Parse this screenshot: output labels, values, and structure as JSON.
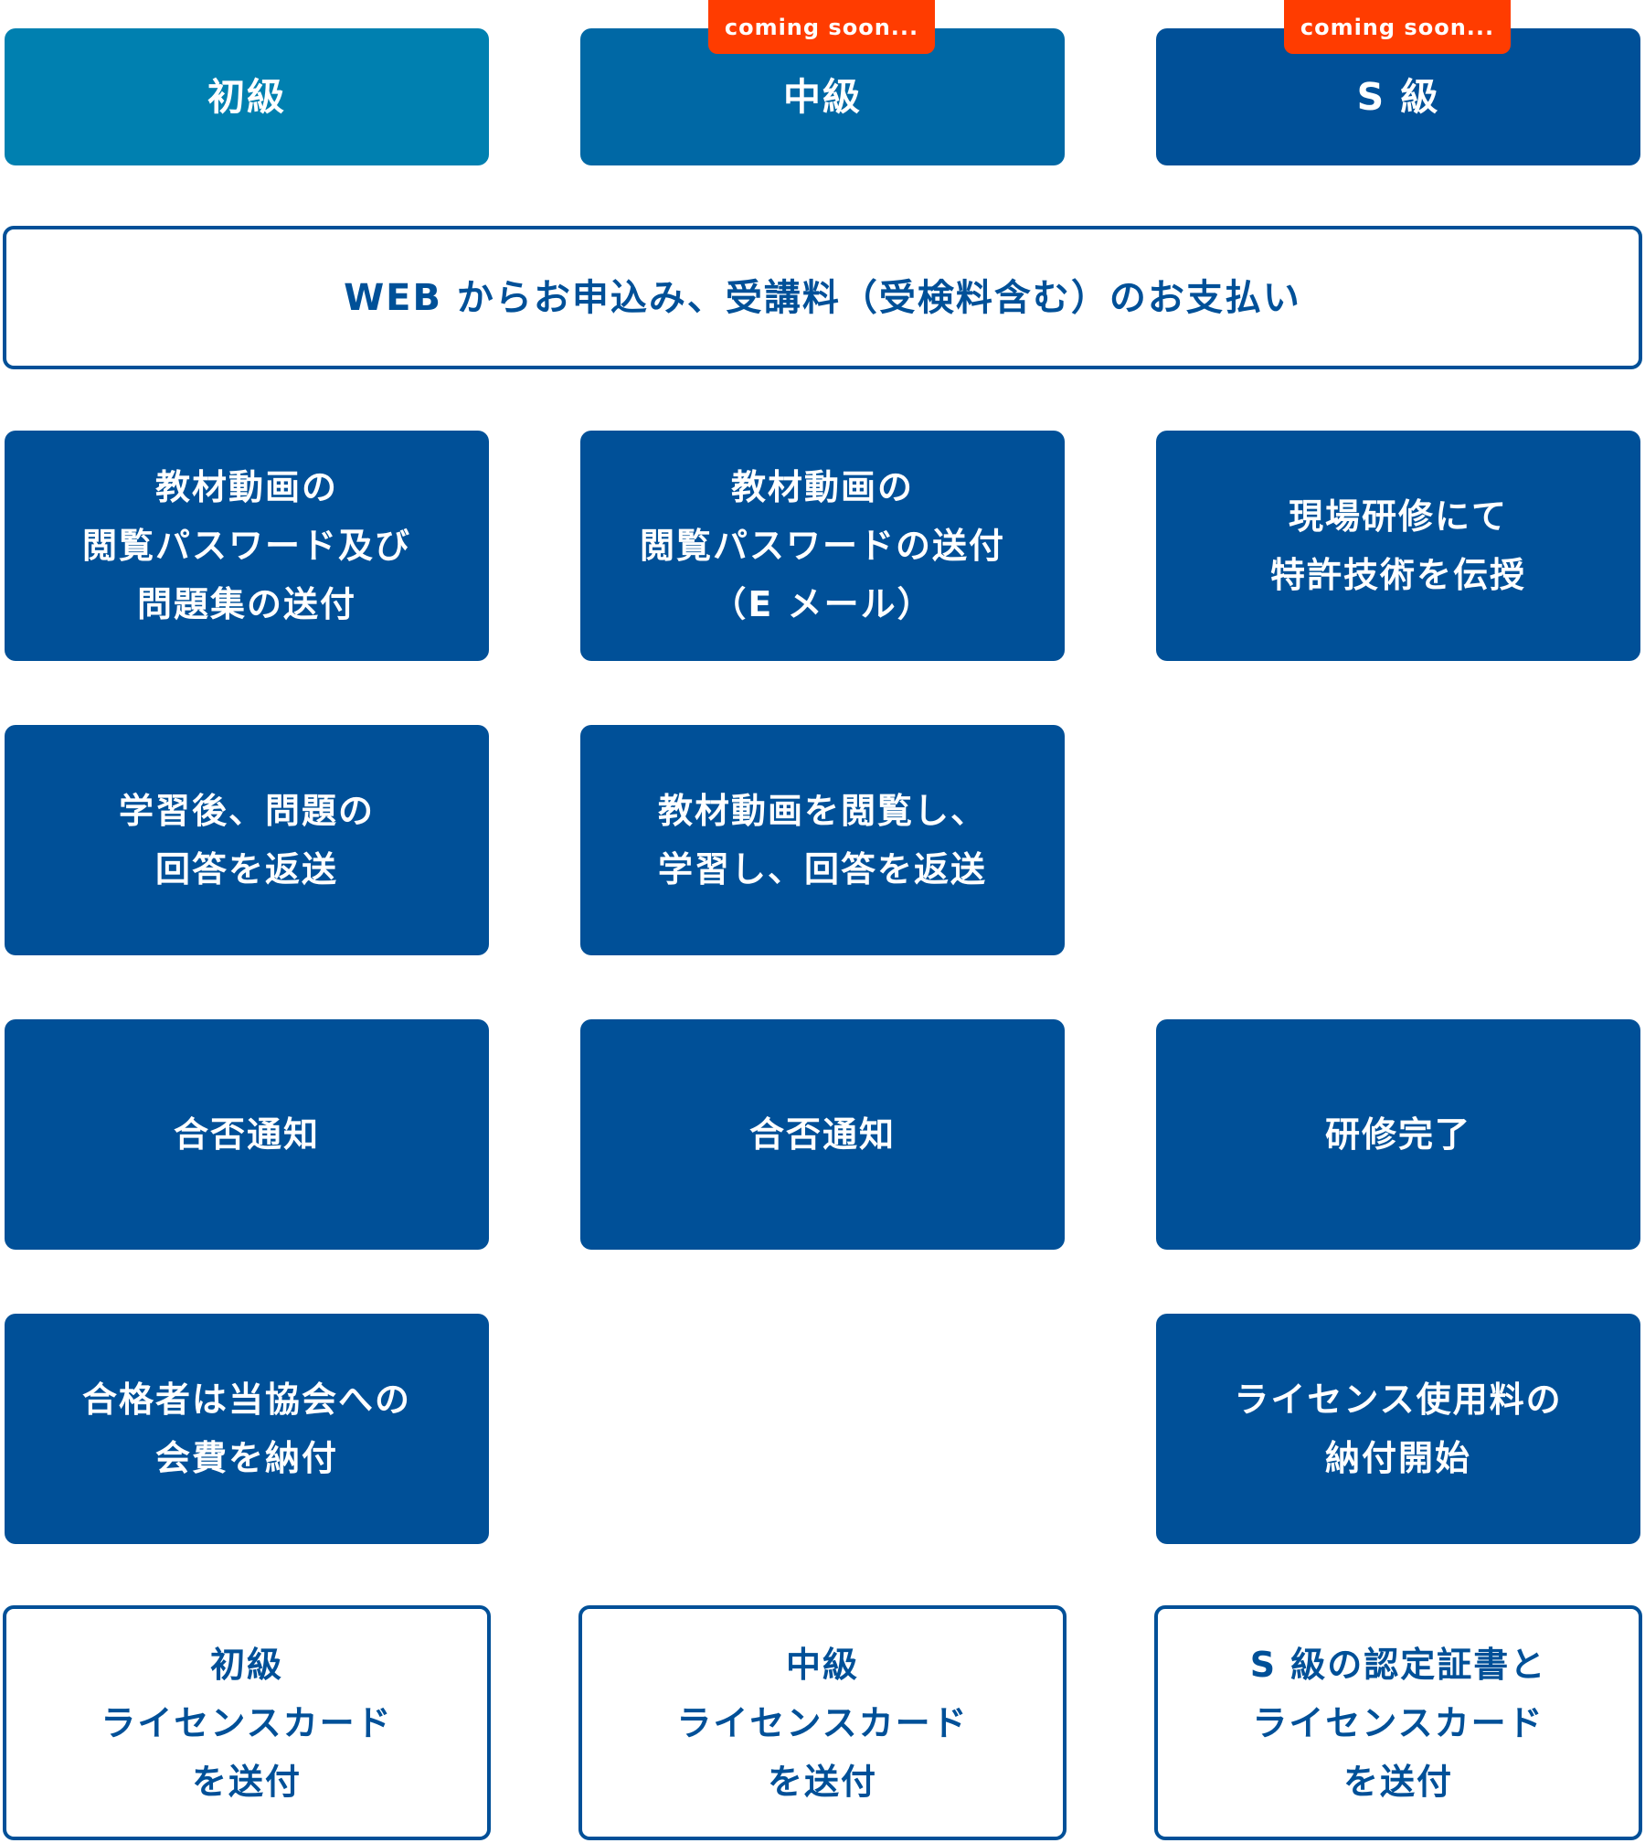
{
  "colors": {
    "beginner": "#0080b0",
    "intermediate": "#0068a5",
    "s_level": "#005098",
    "badge": "#ff3c00"
  },
  "levels": [
    {
      "label": "初級"
    },
    {
      "label": "中級",
      "badge": "coming soon..."
    },
    {
      "label": "S 級",
      "badge": "coming soon..."
    }
  ],
  "application": "WEB からお申込み、受講料（受検料含む）のお支払い",
  "steps": {
    "beginner": [
      "教材動画の\n閲覧パスワード及び\n問題集の送付",
      "学習後、問題の\n回答を返送",
      "合否通知",
      "合格者は当協会への\n会費を納付",
      "初級\nライセンスカード\nを送付"
    ],
    "intermediate": [
      "教材動画の\n閲覧パスワードの送付\n（E メール）",
      "教材動画を閲覧し、\n学習し、回答を返送",
      "合否通知",
      "中級\nライセンスカード\nを送付"
    ],
    "s_level": [
      "現場研修にて\n特許技術を伝授",
      "研修完了",
      "ライセンス使用料の\n納付開始",
      "S 級の認定証書と\nライセンスカード\nを送付"
    ]
  }
}
